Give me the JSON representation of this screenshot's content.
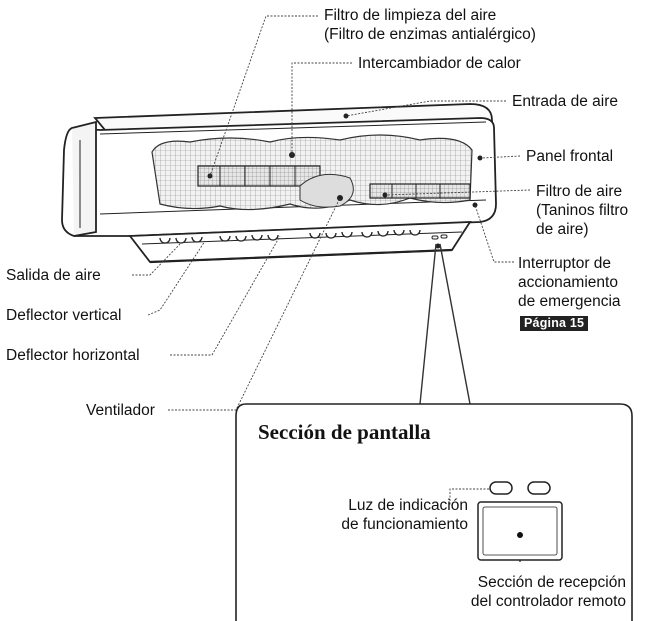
{
  "labels": {
    "filtro_limpieza_1": "Filtro de limpieza del aire",
    "filtro_limpieza_2": "(Filtro de enzimas antialérgico)",
    "intercambiador": "Intercambiador de calor",
    "entrada_aire": "Entrada de aire",
    "panel_frontal": "Panel frontal",
    "filtro_aire_1": "Filtro de aire",
    "filtro_aire_2": "(Taninos filtro",
    "filtro_aire_3": "de aire)",
    "interruptor_1": "Interruptor de",
    "interruptor_2": "accionamiento",
    "interruptor_3": "de emergencia",
    "pagina_ref": "Página 15",
    "salida_aire": "Salida de aire",
    "deflector_vertical": "Deflector vertical",
    "deflector_horizontal": "Deflector horizontal",
    "ventilador": "Ventilador"
  },
  "display_section": {
    "title": "Sección de pantalla",
    "luz_1": "Luz de indicación",
    "luz_2": "de funcionamiento",
    "receptor_1": "Sección de recepción",
    "receptor_2": "del controlador remoto"
  }
}
